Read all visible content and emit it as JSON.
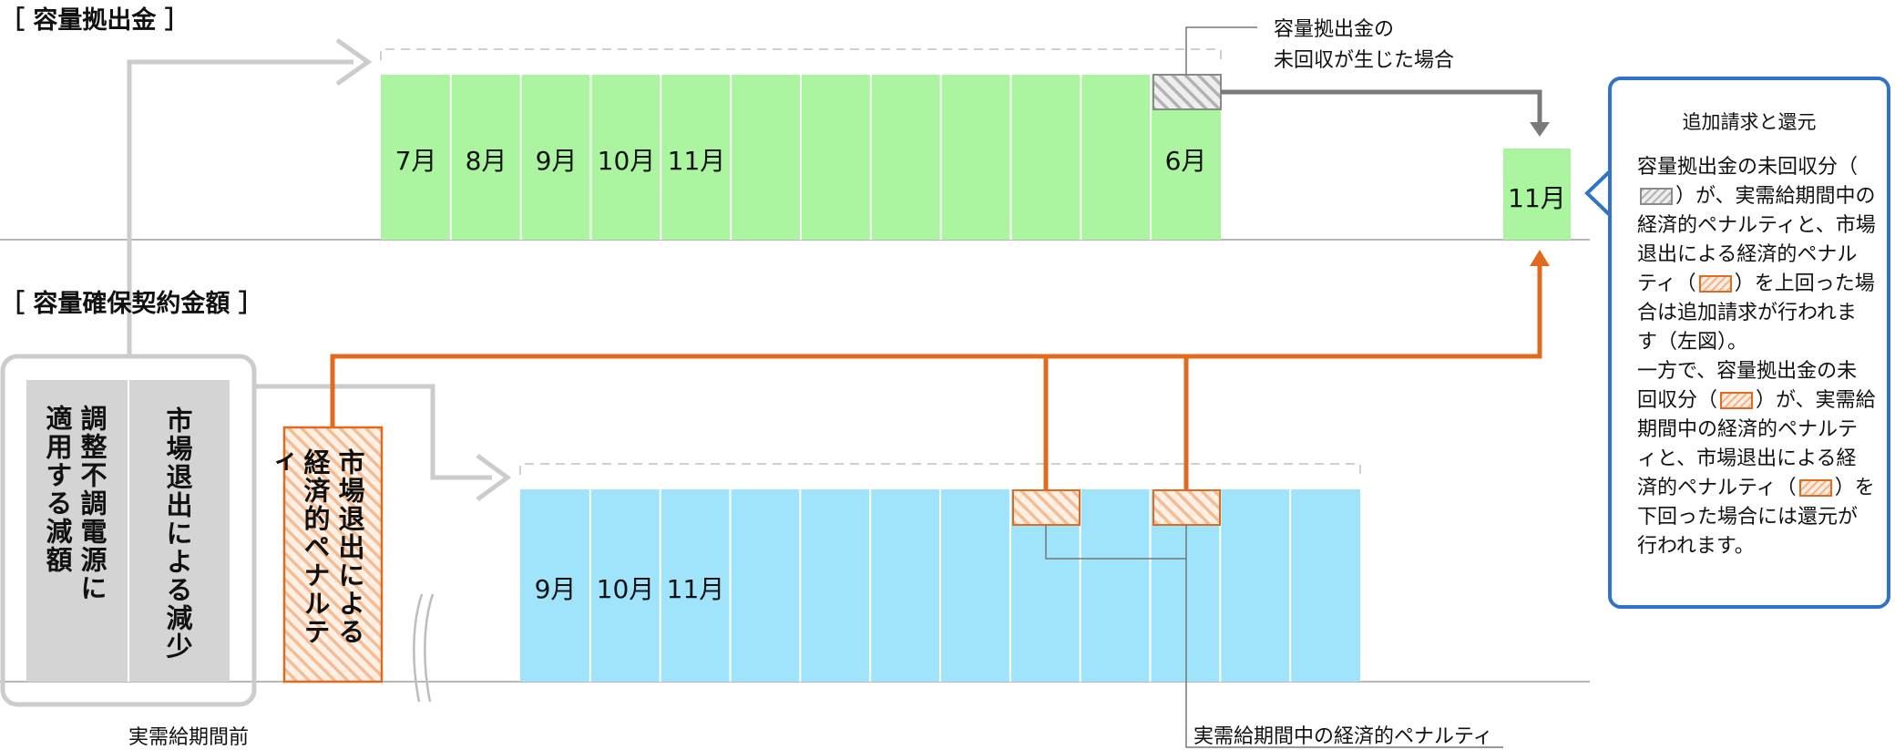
{
  "titles": {
    "capacity_contribution": "［ 容量拠出金 ］",
    "capacity_contract": "［ 容量確保契約金額 ］"
  },
  "top_bar_months": [
    "7月",
    "8月",
    "9月",
    "10月",
    "11月",
    "6月"
  ],
  "top_result_month": "11月",
  "bottom_bar_months": [
    "9月",
    "10月",
    "11月"
  ],
  "pre_period": {
    "col_exit": "市場退出による減少",
    "col_adjust": "調整不調電源に適用する減額",
    "caption": "実需給期間前"
  },
  "market_exit_penalty": "市場退出による経済的ペナルティ",
  "annotations": {
    "uncollected": [
      "容量拠出金の",
      "未回収が生じた場合"
    ],
    "period_penalty": "実需給期間中の経済的ペナルティ"
  },
  "callout": {
    "title": "追加請求と還元",
    "p1a": "容量拠出金の未回収分（",
    "p1b": "）が、実需給期間中の経済的ペナルティと、市場退出による経済的ペナルティ（",
    "p1c": "）を上回った場合は追加請求が行われます（左図）。",
    "p2a": "一方で、容量拠出金の未回収分（",
    "p2b": "）が、実需給期間中の経済的ペナルティと、市場退出による経済的ペナルティ（",
    "p2c": "）を下回った場合には還元が行われます。"
  },
  "colors": {
    "green": "#abf5a0",
    "blue": "#9fe4fb",
    "gray_box": "#d4d4d4",
    "orange": "#e06b1f",
    "callout_border": "#2f74c8"
  }
}
